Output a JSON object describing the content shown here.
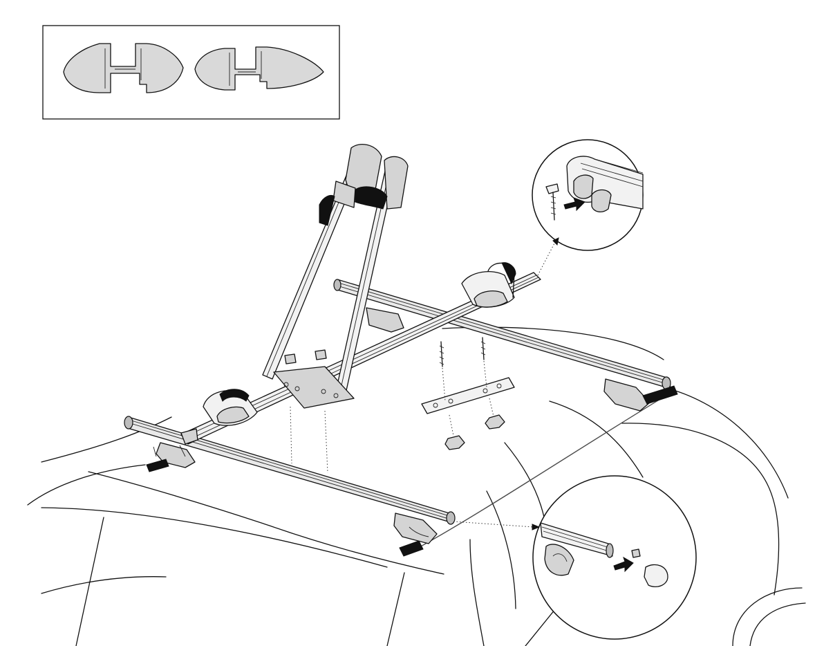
{
  "diagram": {
    "title": "",
    "panels": [
      "profile-cross-sections",
      "t-bolt-detail",
      "end-cap-detail"
    ],
    "colors": {
      "line": "#111111",
      "fill_light": "#e9e9e9",
      "fill_mid": "#d4d4d4",
      "rubber": "#111111"
    }
  }
}
